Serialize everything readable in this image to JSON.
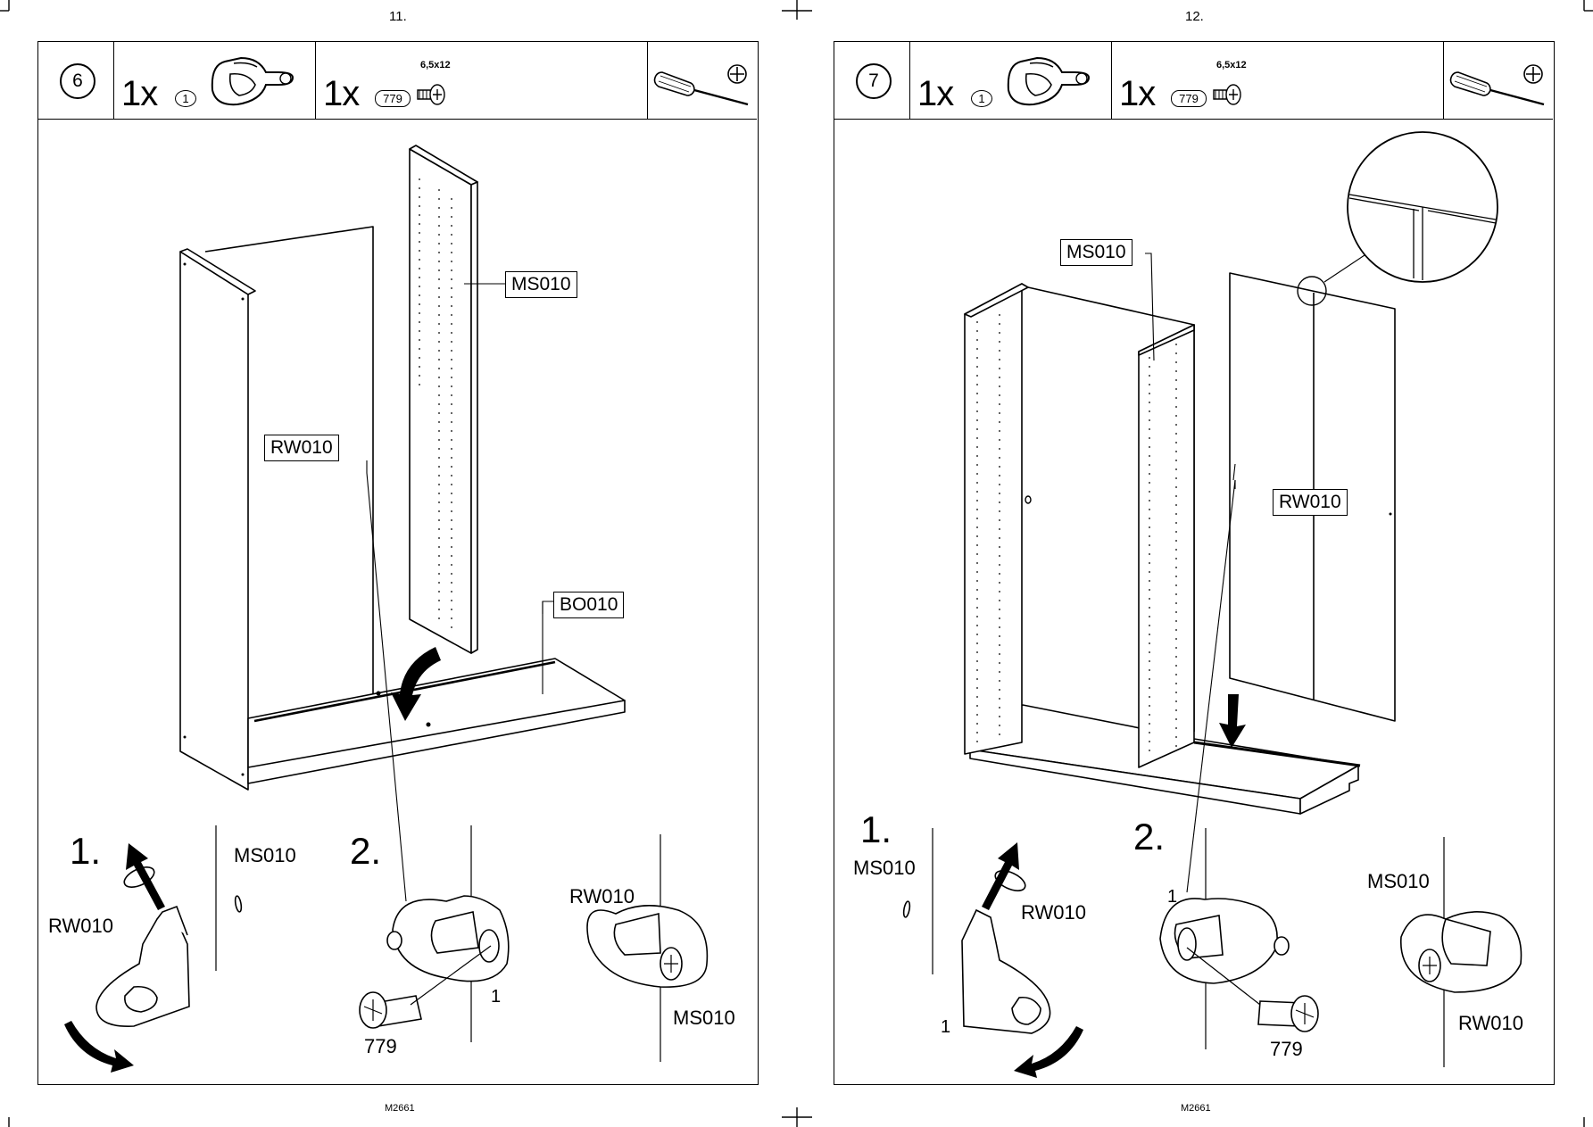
{
  "pages": [
    {
      "page_number": "11.",
      "footer_code": "M2661",
      "step": "6",
      "parts": [
        {
          "qty": "1x",
          "part_id": "1"
        },
        {
          "qty": "1x",
          "part_id": "779",
          "size": "6,5x12"
        }
      ],
      "tool_icons": [
        "screwdriver-icon",
        "phillips-icon"
      ],
      "labels": {
        "ms010": "MS010",
        "rw010": "RW010",
        "bo010": "BO010"
      },
      "detail": {
        "step1": "1.",
        "step2": "2.",
        "ms010_a": "MS010",
        "rw010_a": "RW010",
        "rw010_b": "RW010",
        "ms010_b": "MS010",
        "screw": "779",
        "fitting": "1"
      }
    },
    {
      "page_number": "12.",
      "footer_code": "M2661",
      "step": "7",
      "parts": [
        {
          "qty": "1x",
          "part_id": "1"
        },
        {
          "qty": "1x",
          "part_id": "779",
          "size": "6,5x12"
        }
      ],
      "tool_icons": [
        "screwdriver-icon",
        "phillips-icon"
      ],
      "labels": {
        "ms010": "MS010",
        "rw010": "RW010"
      },
      "detail": {
        "step1": "1.",
        "step2": "2.",
        "ms010_a": "MS010",
        "rw010_a": "RW010",
        "ms010_b": "MS010",
        "rw010_b": "RW010",
        "screw": "779",
        "fitting_a": "1",
        "fitting_b": "1"
      }
    }
  ]
}
